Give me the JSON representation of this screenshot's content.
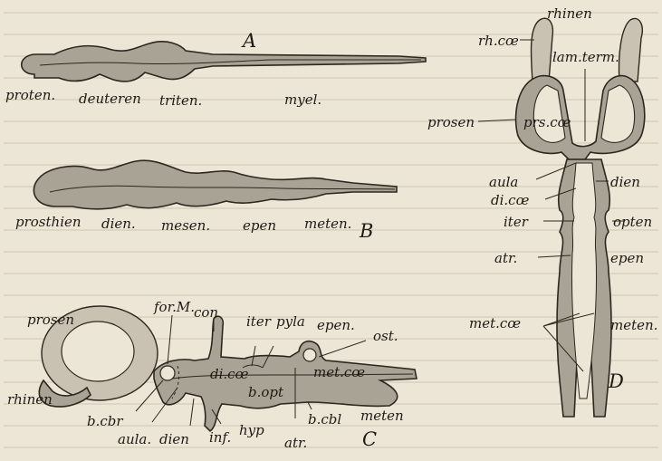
{
  "figure": {
    "background_color": "#ece6d6",
    "ink_color": "#1e1a14",
    "tube_color": "#a9a395"
  },
  "panel_a": {
    "letter": "A",
    "labels": [
      "proten.",
      "deuteren",
      "triten.",
      "myel."
    ]
  },
  "panel_b": {
    "letter": "B",
    "labels": [
      "prosthien",
      "dien.",
      "mesen.",
      "epen",
      "meten."
    ]
  },
  "panel_c": {
    "letter": "C",
    "labels": {
      "prosen": "prosen",
      "for_m": "for.M.",
      "con": "con",
      "iter": "iter",
      "pyla": "pyla",
      "epen": "epen.",
      "ost": "ost.",
      "di_coe": "di.cœ",
      "met_coe": "met.cœ",
      "b_opt": "b.opt",
      "b_cbl": "b.cbl",
      "meten": "meten",
      "rhinen": "rhinen",
      "b_cbr": "b.cbr",
      "aula": "aula.",
      "dien": "dien",
      "inf": "inf.",
      "hyp": "hyp",
      "atr": "atr."
    }
  },
  "panel_d": {
    "letter": "D",
    "labels": {
      "rhinen": "rhinen",
      "rh_coe": "rh.cœ",
      "lam_term": "lam.term.",
      "prosen": "prosen",
      "prs_coe": "prs.cœ",
      "aula": "aula",
      "di_coe": "di.cœ",
      "dien": "dien",
      "iter": "iter",
      "opten": "opten",
      "atr": "atr.",
      "epen": "epen",
      "met_coe": "met.cœ",
      "meten": "meten."
    }
  }
}
